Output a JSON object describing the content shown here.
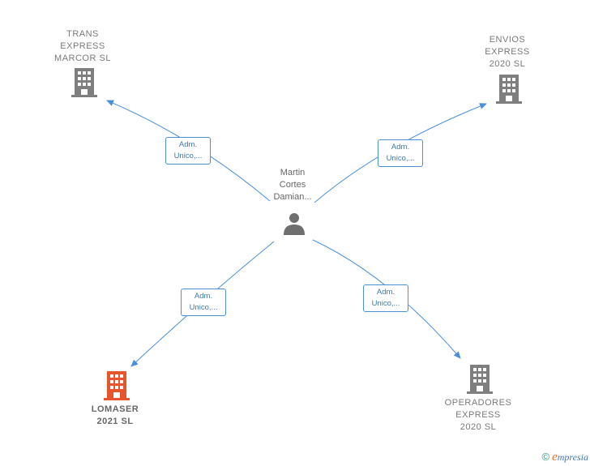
{
  "center": {
    "name": "Martin\nCortes\nDamian..."
  },
  "companies": [
    {
      "id": "trans",
      "name": "TRANS\nEXPRESS\nMARCOR  SL",
      "color": "#7f7f7f"
    },
    {
      "id": "envios",
      "name": "ENVIOS\nEXPRESS\n2020  SL",
      "color": "#7f7f7f"
    },
    {
      "id": "lomaser",
      "name": "LOMASER\n2021  SL",
      "color": "#e8552c"
    },
    {
      "id": "operadores",
      "name": "OPERADORES\nEXPRESS\n2020  SL",
      "color": "#7f7f7f"
    }
  ],
  "edges": [
    {
      "line1": "Adm.",
      "line2": "Unico,..."
    },
    {
      "line1": "Adm.",
      "line2": "Unico,..."
    },
    {
      "line1": "Adm.",
      "line2": "Unico,..."
    },
    {
      "line1": "Adm.",
      "line2": "Unico,..."
    }
  ],
  "colors": {
    "edge": "#4a90d9",
    "person": "#6f6f6f"
  },
  "footer": {
    "copyright": "©",
    "brand_initial": "e",
    "brand_rest": "mpresia"
  }
}
